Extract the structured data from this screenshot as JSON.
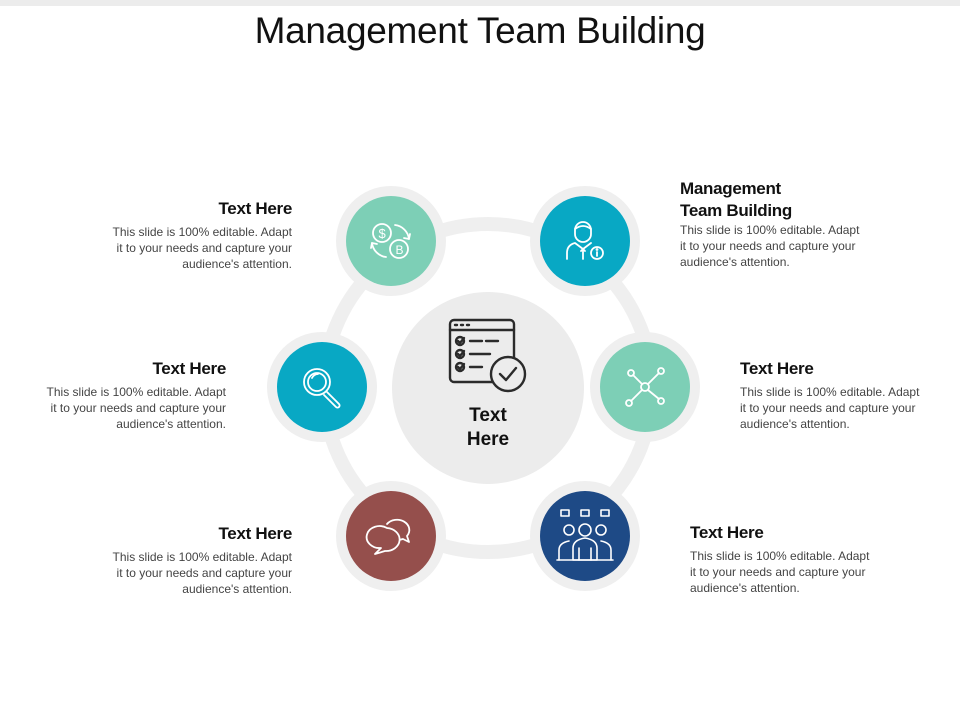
{
  "title": "Management Team Building",
  "colors": {
    "ring": "#efefef",
    "center": "#ececec",
    "mint": "#7dcfb6",
    "teal": "#08a8c4",
    "navy": "#1e4a86",
    "maroon": "#954f4c"
  },
  "center": {
    "label_line1": "Text",
    "label_line2": "Here",
    "icon": "checklist-icon"
  },
  "items": [
    {
      "id": "top-left",
      "icon": "currency-exchange-icon",
      "heading": "Text Here",
      "body": [
        "This slide is 100% editable. Adapt",
        "it to your needs and capture your",
        "audience's attention."
      ]
    },
    {
      "id": "top-right",
      "icon": "businessman-icon",
      "heading_line1": "Management",
      "heading_line2": "Team Building",
      "body": [
        "This slide is 100% editable. Adapt",
        "it to your needs and capture your",
        "audience's attention."
      ]
    },
    {
      "id": "mid-left",
      "icon": "magnifier-icon",
      "heading": "Text Here",
      "body": [
        "This slide is 100% editable. Adapt",
        "it to your needs and capture your",
        "audience's attention."
      ]
    },
    {
      "id": "mid-right",
      "icon": "network-icon",
      "heading": "Text Here",
      "body": [
        "This slide is 100% editable. Adapt",
        "it to your needs and capture your",
        "audience's attention."
      ]
    },
    {
      "id": "bottom-left",
      "icon": "chat-bubbles-icon",
      "heading": "Text Here",
      "body": [
        "This slide is 100% editable. Adapt",
        "it to your needs and capture your",
        "audience's attention."
      ]
    },
    {
      "id": "bottom-right",
      "icon": "team-icon",
      "heading": "Text Here",
      "body": [
        "This slide is 100% editable. Adapt",
        "it to your needs and capture your",
        "audience's attention."
      ]
    }
  ]
}
